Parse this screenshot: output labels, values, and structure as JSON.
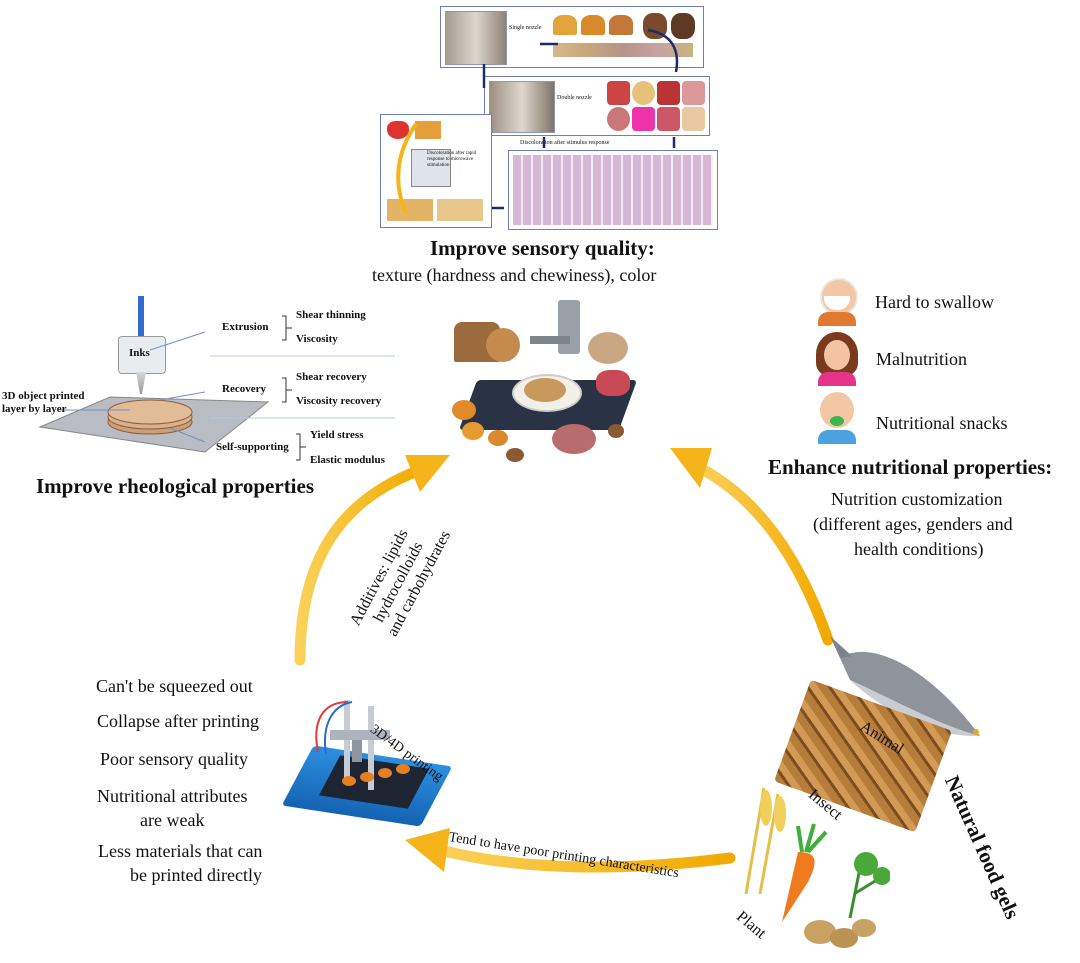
{
  "sensory": {
    "heading": "Improve sensory quality:",
    "subtitle": "texture (hardness and chewiness), color",
    "label_single": "Single nozzle",
    "label_double": "Double nozzle",
    "label_stimulus": "Discoloration after stimulus response",
    "label_microwave": "Discoloration after rapid response to microwave stimulation"
  },
  "rheology": {
    "ink_label": "Inks",
    "object_label": "3D object printed layer by layer",
    "extrusion": "Extrusion",
    "recovery": "Recovery",
    "self_supporting": "Self-supporting",
    "shear_thinning": "Shear thinning",
    "viscosity": "Viscosity",
    "shear_recovery": "Shear recovery",
    "viscosity_recovery": "Viscosity recovery",
    "yield_stress": "Yield stress",
    "elastic_modulus": "Elastic modulus",
    "heading": "Improve rheological properties"
  },
  "nutrition": {
    "items": [
      "Hard to swallow",
      "Malnutrition",
      "Nutritional snacks"
    ],
    "heading": "Enhance nutritional properties:",
    "desc_line1": "Nutrition customization",
    "desc_line2": "(different ages, genders and",
    "desc_line3": "health conditions)"
  },
  "additives": {
    "line1": "Additives: lipids",
    "line2": "hydrocolloids",
    "line3": "and carbohydrates"
  },
  "problems": [
    "Can't be squeezed out",
    "Collapse after printing",
    "Poor sensory quality",
    "Nutritional attributes",
    "are weak",
    "Less materials that can",
    "be printed directly"
  ],
  "printing_label": "3D/4D printing",
  "gels": {
    "heading": "Natural food gels",
    "animal": "Animal",
    "insect": "Insect",
    "plant": "Plant"
  },
  "bottom_arrow_label": "Tend to have poor printing characteristics",
  "colors": {
    "arrow": "#f5b51a",
    "panel_border": "#6f7fb5",
    "nav_arrow": "#1e2a6b"
  }
}
